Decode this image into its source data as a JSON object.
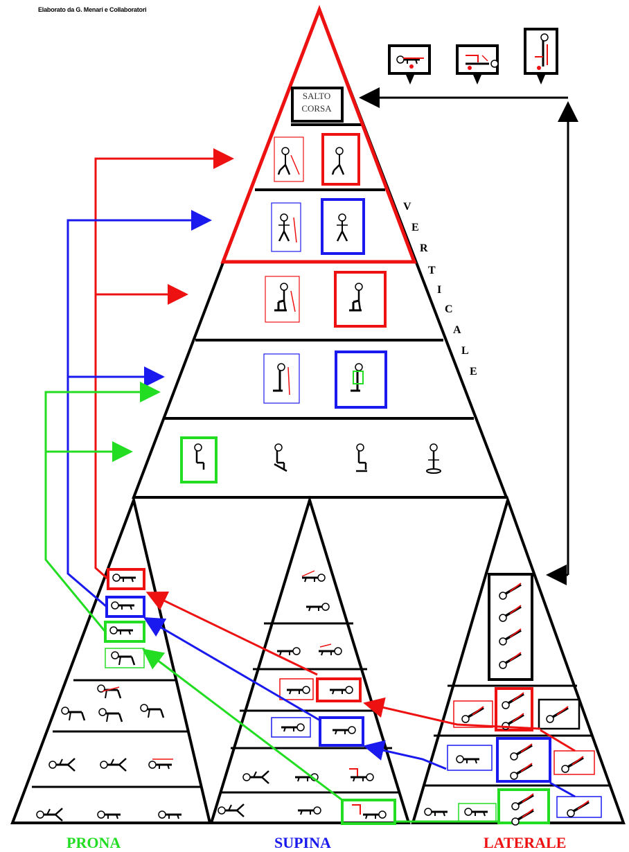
{
  "credit": "Elaborato da G. Menari e Collaboratori",
  "top_box": {
    "line1": "SALTO",
    "line2": "CORSA"
  },
  "vertical_label": [
    "V",
    "E",
    "R",
    "T",
    "I",
    "C",
    "A",
    "L",
    "E"
  ],
  "bottom_labels": {
    "prona": "PRONA",
    "supina": "SUPINA",
    "laterale": "LATERALE"
  },
  "colors": {
    "prona": "#22dd22",
    "supina": "#1a1aee",
    "laterale": "#ee1111",
    "structure": "#000000"
  },
  "figure_icons": {
    "top_legend": [
      "lying-figure-icon",
      "kneeling-figure-icon",
      "standing-figure-icon"
    ],
    "pyramid_tiers": [
      "walking-figure-icon",
      "standing-figure-icon",
      "half-kneel-figure-icon",
      "kneel-figure-icon",
      "sitting-figure-icon"
    ]
  }
}
